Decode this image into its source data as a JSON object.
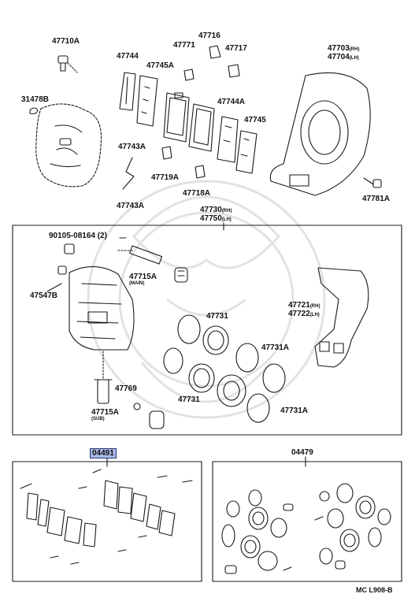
{
  "labels": {
    "p47710A": "47710A",
    "p47744": "47744",
    "p47771": "47771",
    "p47716": "47716",
    "p47717": "47717",
    "p47745A": "47745A",
    "p47703": "47703",
    "p47703_sfx": "(RH)",
    "p47704": "47704",
    "p47704_sfx": "(LH)",
    "p31478B": "31478B",
    "p47744A": "47744A",
    "p47745": "47745",
    "p47743A_top": "47743A",
    "p47719A": "47719A",
    "p47718A": "47718A",
    "p47743A_bottom": "47743A",
    "p47730": "47730",
    "p47730_sfx": "(RH)",
    "p47750": "47750",
    "p47750_sfx": "(LH)",
    "p47781A": "47781A",
    "p90105": "90105-08164 (2)",
    "p47715A_main": "47715A",
    "p47715A_main_sub": "(MAIN)",
    "p47547B": "47547B",
    "p47731_top": "47731",
    "p47721": "47721",
    "p47721_sfx": "(RH)",
    "p47722": "47722",
    "p47722_sfx": "(LH)",
    "p47731A_right": "47731A",
    "p47769": "47769",
    "p47715A_sub": "47715A",
    "p47715A_sub_sub": "(SUB)",
    "p47731_bottom": "47731",
    "p47731A_bottom": "47731A",
    "kit_04491": "04491",
    "kit_04479": "04479",
    "code": "MC L908-B"
  },
  "colors": {
    "line": "#1a1a1a",
    "highlight_fill": "#a9b8e6",
    "highlight_border": "#24356f",
    "watermark": "#e2e2e2"
  }
}
